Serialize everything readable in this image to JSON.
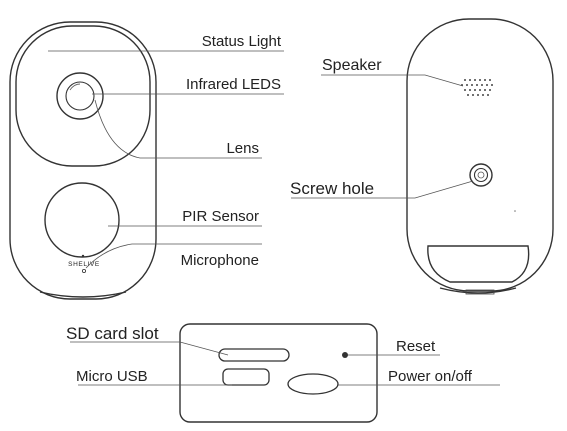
{
  "front": {
    "brand": "SHELIVE",
    "labels": {
      "status_light": "Status Light",
      "infrared_leds": "Infrared LEDS",
      "lens": "Lens",
      "pir_sensor": "PIR Sensor",
      "microphone": "Microphone"
    }
  },
  "back": {
    "labels": {
      "speaker": "Speaker",
      "screw_hole": "Screw hole"
    }
  },
  "bottom": {
    "labels": {
      "sd_card_slot": "SD card slot",
      "micro_usb": "Micro USB",
      "reset": "Reset",
      "power": "Power on/off"
    }
  },
  "colors": {
    "stroke": "#333333",
    "leader_line": "#555555",
    "text": "#222222"
  }
}
